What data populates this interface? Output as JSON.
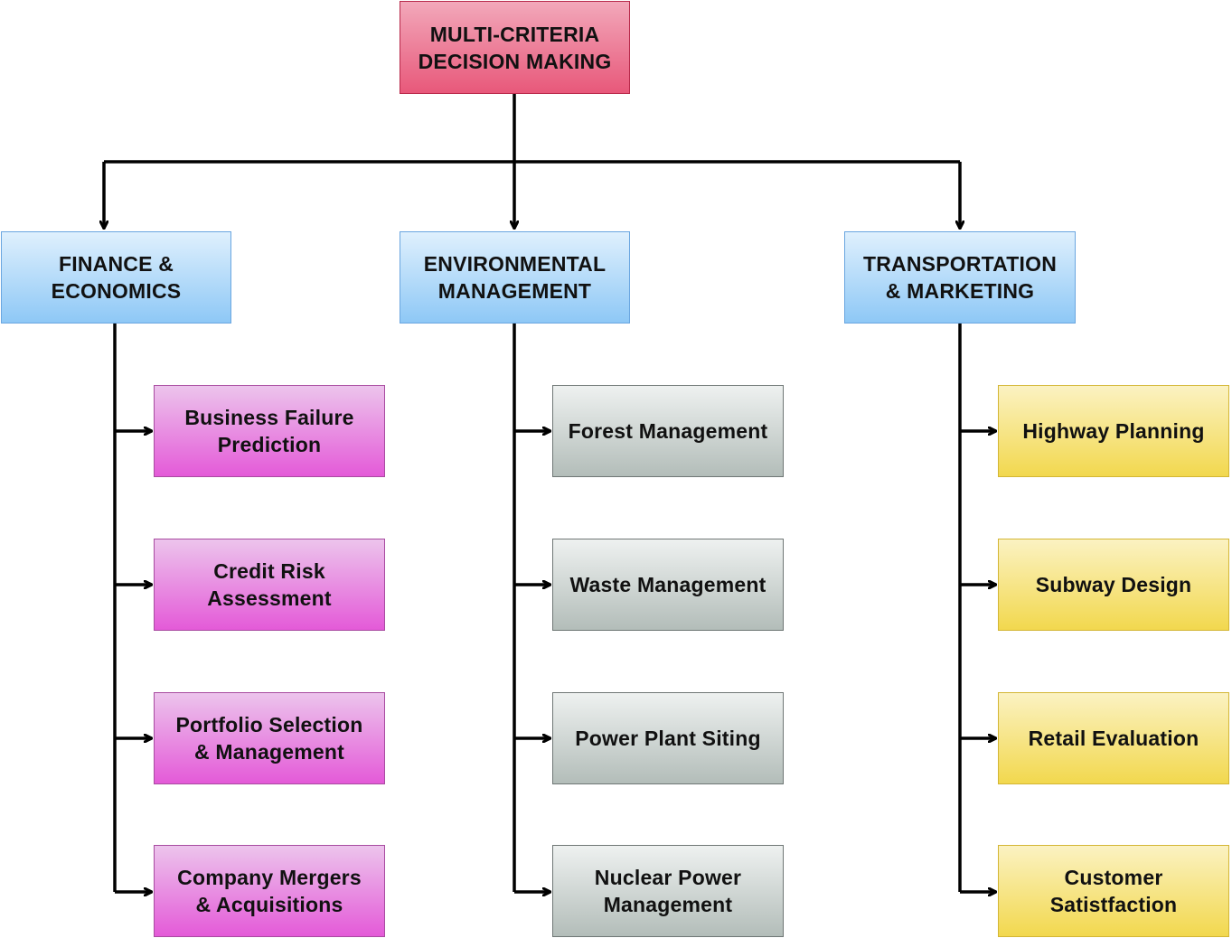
{
  "root": {
    "line1": "MULTI-CRITERIA",
    "line2": "DECISION MAKING"
  },
  "categories": [
    {
      "key": "finance",
      "line1": "FINANCE &",
      "line2": "ECONOMICS",
      "items": [
        {
          "line1": "Business Failure",
          "line2": "Prediction"
        },
        {
          "line1": "Credit Risk",
          "line2": "Assessment"
        },
        {
          "line1": "Portfolio Selection",
          "line2": "& Management"
        },
        {
          "line1": "Company Mergers",
          "line2": "& Acquisitions"
        }
      ]
    },
    {
      "key": "environmental",
      "line1": "ENVIRONMENTAL",
      "line2": "MANAGEMENT",
      "items": [
        {
          "line1": "Forest Management",
          "line2": ""
        },
        {
          "line1": "Waste Management",
          "line2": ""
        },
        {
          "line1": "Power Plant Siting",
          "line2": ""
        },
        {
          "line1": "Nuclear Power",
          "line2": "Management"
        }
      ]
    },
    {
      "key": "transportation",
      "line1": "TRANSPORTATION",
      "line2": "& MARKETING",
      "items": [
        {
          "line1": "Highway Planning",
          "line2": ""
        },
        {
          "line1": "Subway Design",
          "line2": ""
        },
        {
          "line1": "Retail Evaluation",
          "line2": ""
        },
        {
          "line1": "Customer",
          "line2": "Satistfaction"
        }
      ]
    }
  ]
}
